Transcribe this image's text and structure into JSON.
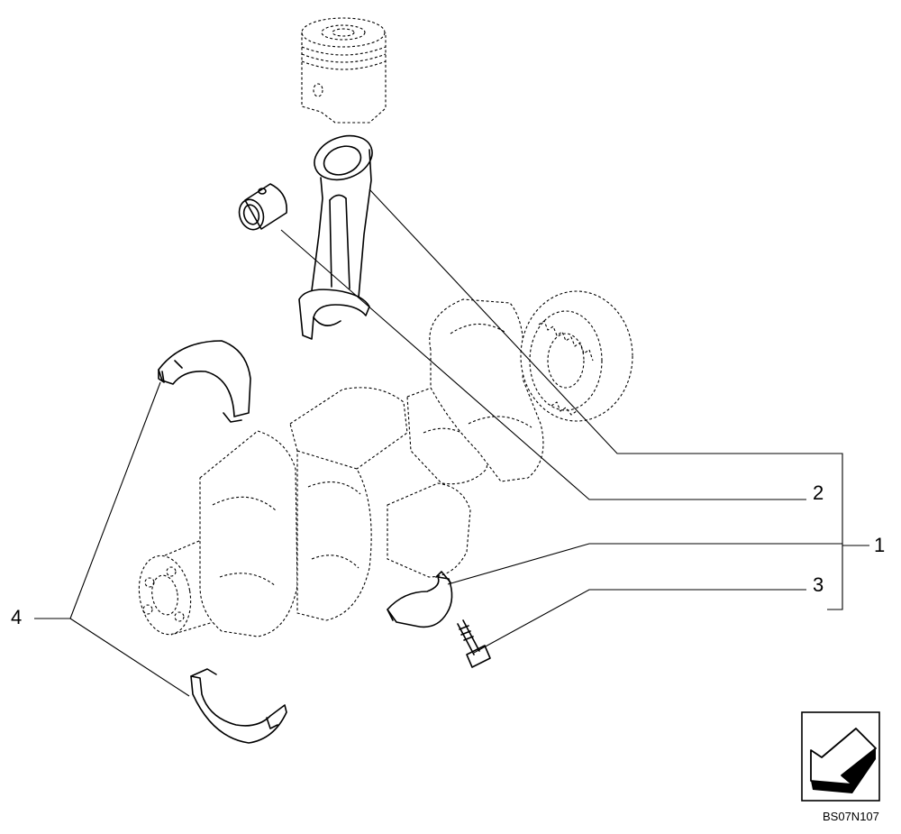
{
  "callouts": {
    "c1": "1",
    "c2": "2",
    "c3": "3",
    "c4": "4"
  },
  "drawing_code": "BS07N107",
  "nav_icon": "arrow-left-down-icon"
}
